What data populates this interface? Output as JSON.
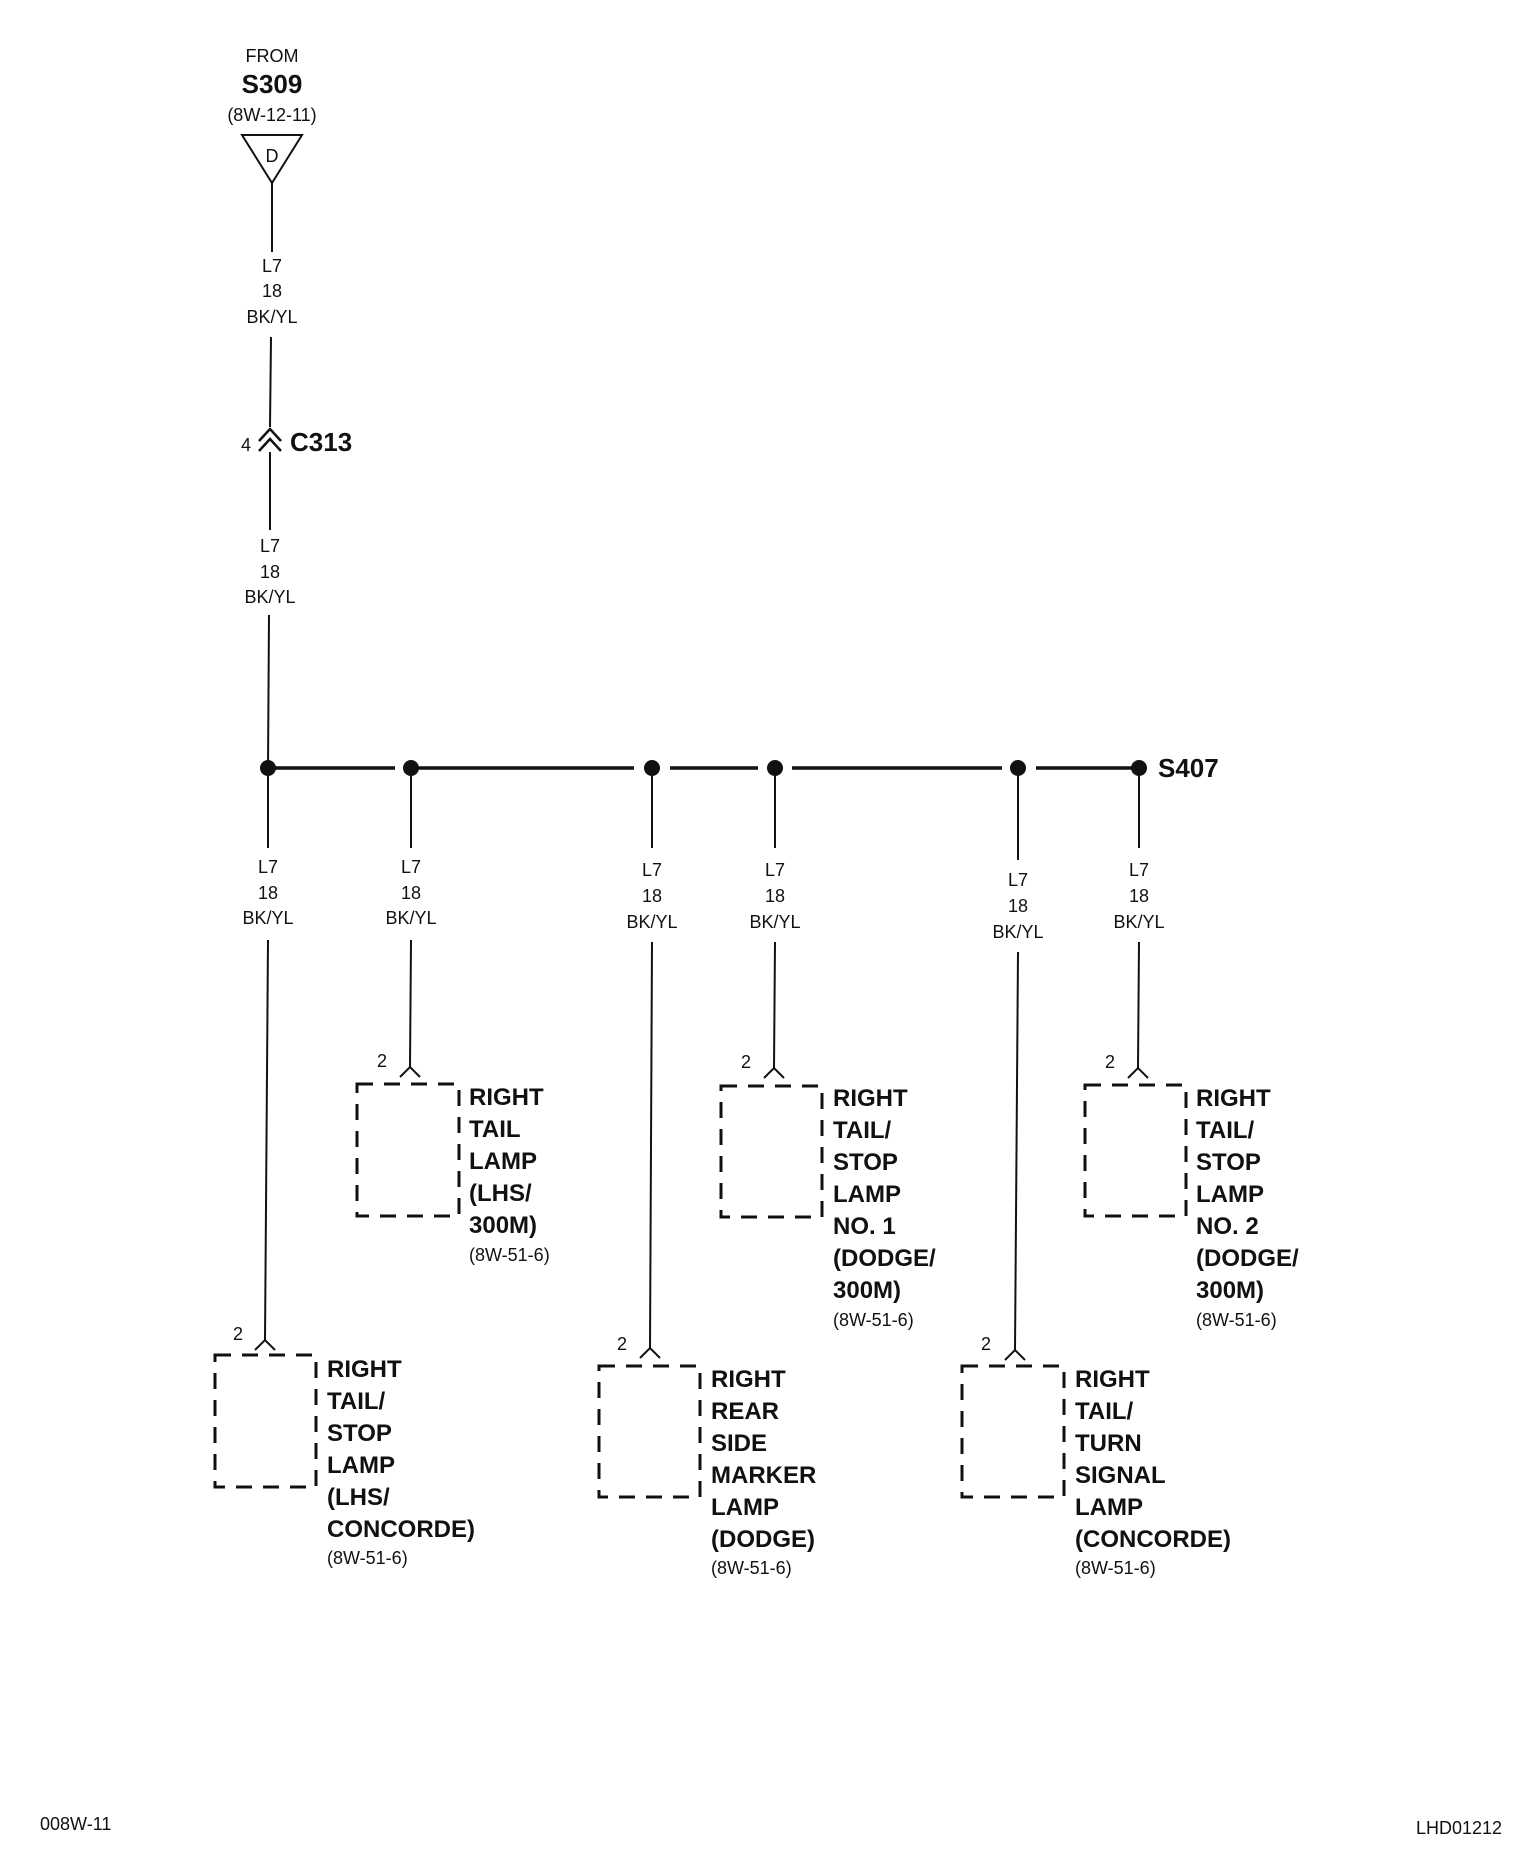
{
  "source": {
    "from_label": "FROM",
    "splice": "S309",
    "ref": "(8W-12-11)",
    "connector_letter": "D"
  },
  "wire_segments": [
    {
      "circuit": "L7",
      "gauge": "18",
      "color": "BK/YL"
    },
    {
      "circuit": "L7",
      "gauge": "18",
      "color": "BK/YL"
    }
  ],
  "inline_connector": {
    "name": "C313",
    "pin": "4"
  },
  "bus_splice": {
    "name": "S407"
  },
  "branches": [
    {
      "circuit": "L7",
      "gauge": "18",
      "color": "BK/YL",
      "pin": "2",
      "label_lines": [
        "RIGHT",
        "TAIL/",
        "STOP",
        "LAMP",
        "(LHS/",
        "CONCORDE)"
      ],
      "ref": "(8W-51-6)"
    },
    {
      "circuit": "L7",
      "gauge": "18",
      "color": "BK/YL",
      "pin": "2",
      "label_lines": [
        "RIGHT",
        "TAIL",
        "LAMP",
        "(LHS/",
        "300M)"
      ],
      "ref": "(8W-51-6)"
    },
    {
      "circuit": "L7",
      "gauge": "18",
      "color": "BK/YL",
      "pin": "2",
      "label_lines": [
        "RIGHT",
        "REAR",
        "SIDE",
        "MARKER",
        "LAMP",
        "(DODGE)"
      ],
      "ref": "(8W-51-6)"
    },
    {
      "circuit": "L7",
      "gauge": "18",
      "color": "BK/YL",
      "pin": "2",
      "label_lines": [
        "RIGHT",
        "TAIL/",
        "STOP",
        "LAMP",
        "NO. 1",
        "(DODGE/",
        "300M)"
      ],
      "ref": "(8W-51-6)"
    },
    {
      "circuit": "L7",
      "gauge": "18",
      "color": "BK/YL",
      "pin": "2",
      "label_lines": [
        "RIGHT",
        "TAIL/",
        "TURN",
        "SIGNAL",
        "LAMP",
        "(CONCORDE)"
      ],
      "ref": "(8W-51-6)"
    },
    {
      "circuit": "L7",
      "gauge": "18",
      "color": "BK/YL",
      "pin": "2",
      "label_lines": [
        "RIGHT",
        "TAIL/",
        "STOP",
        "LAMP",
        "NO. 2",
        "(DODGE/",
        "300M)"
      ],
      "ref": "(8W-51-6)"
    }
  ],
  "footer": {
    "left_code": "008W-11",
    "right_code": "LHD01212"
  }
}
